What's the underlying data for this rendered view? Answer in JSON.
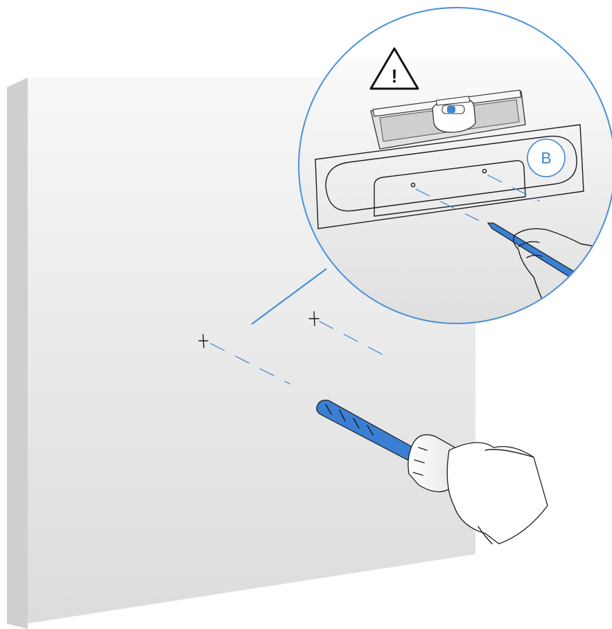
{
  "figure": {
    "warning_mark": "!",
    "badge_letter": "B"
  },
  "icons": {
    "warning": "warning-triangle-icon",
    "badge": "letter-badge-b",
    "level": "spirit-level-tool",
    "pencil": "pencil-tool",
    "drill": "drill-tool"
  },
  "colors": {
    "accent": "#4a8fd6",
    "badge_border": "#3f86d2",
    "drill_bit": "#3a7fd3",
    "wall_light": "#f5f5f5",
    "wall_dark": "#dedede",
    "ink": "#1c1c1c"
  }
}
